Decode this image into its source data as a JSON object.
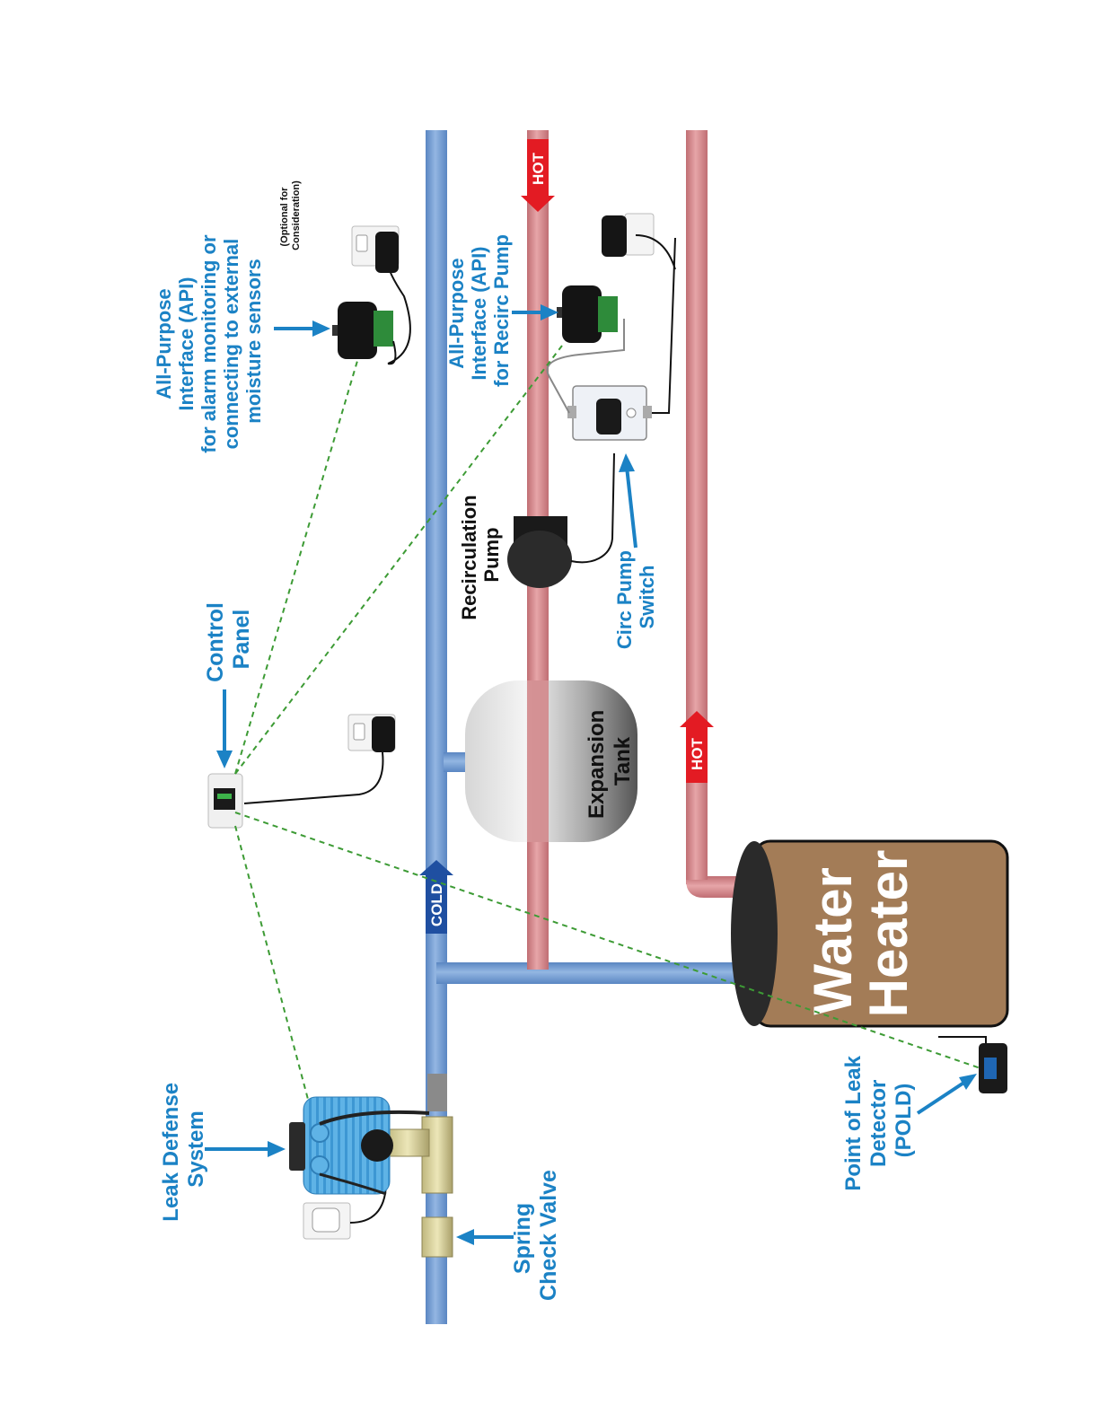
{
  "colors": {
    "cold_pipe": "#6f98cf",
    "hot_pipe": "#d2878b",
    "label_blue": "#1b82c5",
    "arrow_red": "#e31b23",
    "arrow_blue": "#1f4fa1",
    "signal_green": "#3d9b35",
    "heater_body": "#a37c57"
  },
  "labels": {
    "leak_defense": [
      "Leak Defense",
      "System"
    ],
    "spring_check": [
      "Spring",
      "Check Valve"
    ],
    "control_panel": [
      "Control",
      "Panel"
    ],
    "api_alarm": [
      "All-Purpose",
      "Interface (API)",
      "for alarm monitoring or",
      "connecting to external",
      "moisture sensors"
    ],
    "api_optional": [
      "(Optional for",
      "Consideration)"
    ],
    "api_recirc": [
      "All-Purpose",
      "Interface (API)",
      "for Recirc Pump"
    ],
    "recirc_pump": [
      "Recirculation",
      "Pump"
    ],
    "circ_switch": [
      "Circ Pump",
      "Switch"
    ],
    "expansion_tank": [
      "Expansion",
      "Tank"
    ],
    "water_heater": [
      "Water",
      "Heater"
    ],
    "pold": [
      "Point of Leak",
      "Detector",
      "(POLD)"
    ]
  },
  "pipe_tags": {
    "cold": "COLD",
    "hot_top": "HOT",
    "hot_bottom": "HOT"
  },
  "icons": [
    "wall-outlet-icon",
    "plug-adapter-icon",
    "api-module-icon",
    "leak-valve-icon",
    "control-panel-icon",
    "pold-sensor-icon",
    "circ-switch-icon"
  ]
}
